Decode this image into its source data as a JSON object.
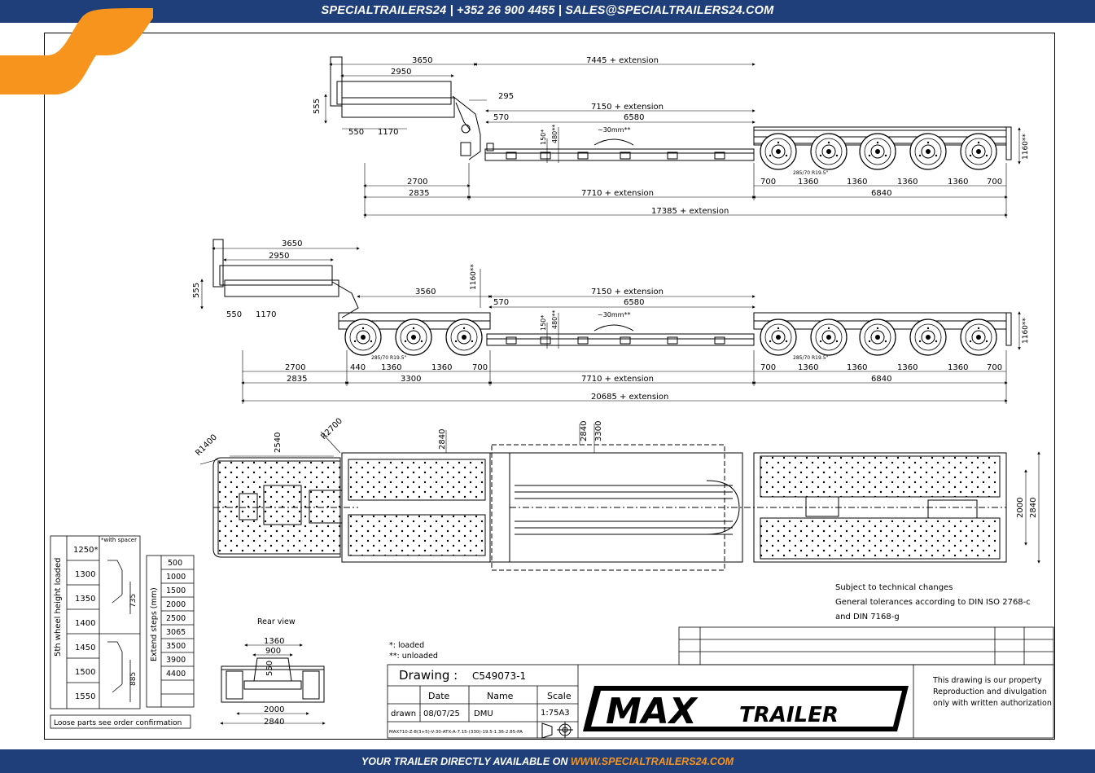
{
  "header": {
    "text": "SPECIALTRAILERS24 | +352 26 900 4455 | SALES@SPECIALTRAILERS24.COM"
  },
  "footer": {
    "text_prefix": "YOUR TRAILER DIRECTLY AVAILABLE ON ",
    "url": "WWW.SPECIALTRAILERS24.COM"
  },
  "colors": {
    "brand_blue": "#1f3f7a",
    "brand_orange": "#f7941d"
  },
  "view1": {
    "d_3650": "3650",
    "d_2950": "2950",
    "d_7445": "7445 + extension",
    "d_295": "295",
    "d_7150": "7150 + extension",
    "d_570": "570",
    "d_6580": "6580",
    "d_555": "555",
    "d_550": "550",
    "d_1170": "1170",
    "d_150": "150*",
    "d_480": "480**",
    "d_30mm": "~30mm**",
    "d_1160": "1160**",
    "tyre": "285/70 R19.5\"",
    "d_2700": "2700",
    "d_2835": "2835",
    "d_7710": "7710 + extension",
    "d_17385": "17385 + extension",
    "d_700a": "700",
    "d_1360a": "1360",
    "d_1360b": "1360",
    "d_1360c": "1360",
    "d_1360d": "1360",
    "d_700b": "700",
    "d_6840": "6840"
  },
  "view2": {
    "d_3650": "3650",
    "d_2950": "2950",
    "d_1160_top": "1160**",
    "d_3560": "3560",
    "d_7150": "7150 + extension",
    "d_555": "555",
    "d_570": "570",
    "d_6580": "6580",
    "d_550": "550",
    "d_1170": "1170",
    "d_150": "150*",
    "d_480": "480**",
    "d_30mm": "~30mm**",
    "d_1160": "1160**",
    "tyre_l": "285/70 R19.5\"",
    "tyre_r": "285/70 R19.5\"",
    "d_2700": "2700",
    "d_440": "440",
    "d_1360a": "1360",
    "d_1360b": "1360",
    "d_700": "700",
    "d_700c": "700",
    "d_1360c": "1360",
    "d_1360d": "1360",
    "d_1360e": "1360",
    "d_1360f": "1360",
    "d_700d": "700",
    "d_2835": "2835",
    "d_3300": "3300",
    "d_7710": "7710 + extension",
    "d_6840": "6840",
    "d_20685": "20685 + extension"
  },
  "plan": {
    "r1400": "R1400",
    "d_2540": "2540",
    "r2700": "R2700",
    "d_2840a": "2840",
    "d_2840b": "2840",
    "d_3300": "3300",
    "d_2000": "2000",
    "d_2840c": "2840"
  },
  "table_5th": {
    "header_label": "5th wheel height loaded",
    "spacer_note": "*with spacer",
    "values": [
      "1250*",
      "1300",
      "1350",
      "1400",
      "1450",
      "1500",
      "1550"
    ],
    "dim_735": "735",
    "dim_885": "885",
    "loose_parts": "Loose parts see order confirmation"
  },
  "table_extend": {
    "header_label": "Extend steps (mm)",
    "values": [
      "500",
      "1000",
      "1500",
      "2000",
      "2500",
      "3065",
      "3500",
      "3900",
      "4400"
    ]
  },
  "rear_view": {
    "label": "Rear view",
    "d_1360": "1360",
    "d_900": "900",
    "d_550": "550",
    "d_2000": "2000",
    "d_2840": "2840"
  },
  "legend": {
    "loaded": "*: loaded",
    "unloaded": "**: unloaded"
  },
  "notes": {
    "line1": "Subject to technical changes",
    "line2": "General tolerances according to DIN ISO 2768-c",
    "line3": "and DIN 7168-g"
  },
  "title_block": {
    "drawing_label": "Drawing :",
    "drawing_no": "C549073-1",
    "date_label": "Date",
    "name_label": "Name",
    "scale_label": "Scale",
    "drawn_label": "drawn :",
    "date": "08/07/25",
    "name": "DMU",
    "scale": "1:75A3",
    "model_code": "MAX710-Z-8(3+5)-V-30-ATX-A-7.15-(330)-19.5-1.36-2.85-PA",
    "logo_max": "MAX",
    "logo_trailer": "TRAILER",
    "property_1": "This drawing is our property",
    "property_2": "Reproduction and divulgation",
    "property_3": "only with written authorization"
  }
}
